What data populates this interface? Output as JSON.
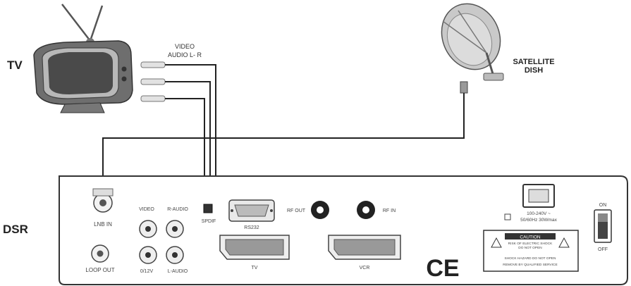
{
  "labels": {
    "tv": "TV",
    "dsr": "DSR",
    "video": "VIDEO",
    "audio_lr": "AUDIO L- R",
    "satellite": "SATELLITE",
    "dish": "DISH"
  },
  "panel": {
    "lnb_in": "LNB IN",
    "loop_out": "LOOP OUT",
    "video_out": "VIDEO",
    "r_audio": "R-AUDIO",
    "v12": "0/12V",
    "l_audio": "L-AUDIO",
    "spdif": "SPDIF",
    "rs232": "RS232",
    "rf_out": "RF OUT",
    "rf_in": "RF IN",
    "scart_tv": "TV",
    "scart_vcr": "VCR",
    "power_rating_1": "100-240V ~",
    "power_rating_2": "50/60Hz 30Wmax",
    "caution_title": "CAUTION",
    "caution_line1": "RISK OF ELECTRIC SHOCK",
    "caution_line2": "DO NOT OPEN",
    "caution_line3": "SHOCK HAZARD DO NOT OPEN",
    "caution_line4": "REMOVE BY QUALIFIED SERVICE",
    "switch_on": "ON",
    "switch_off": "OFF",
    "ce_mark": "CE"
  }
}
